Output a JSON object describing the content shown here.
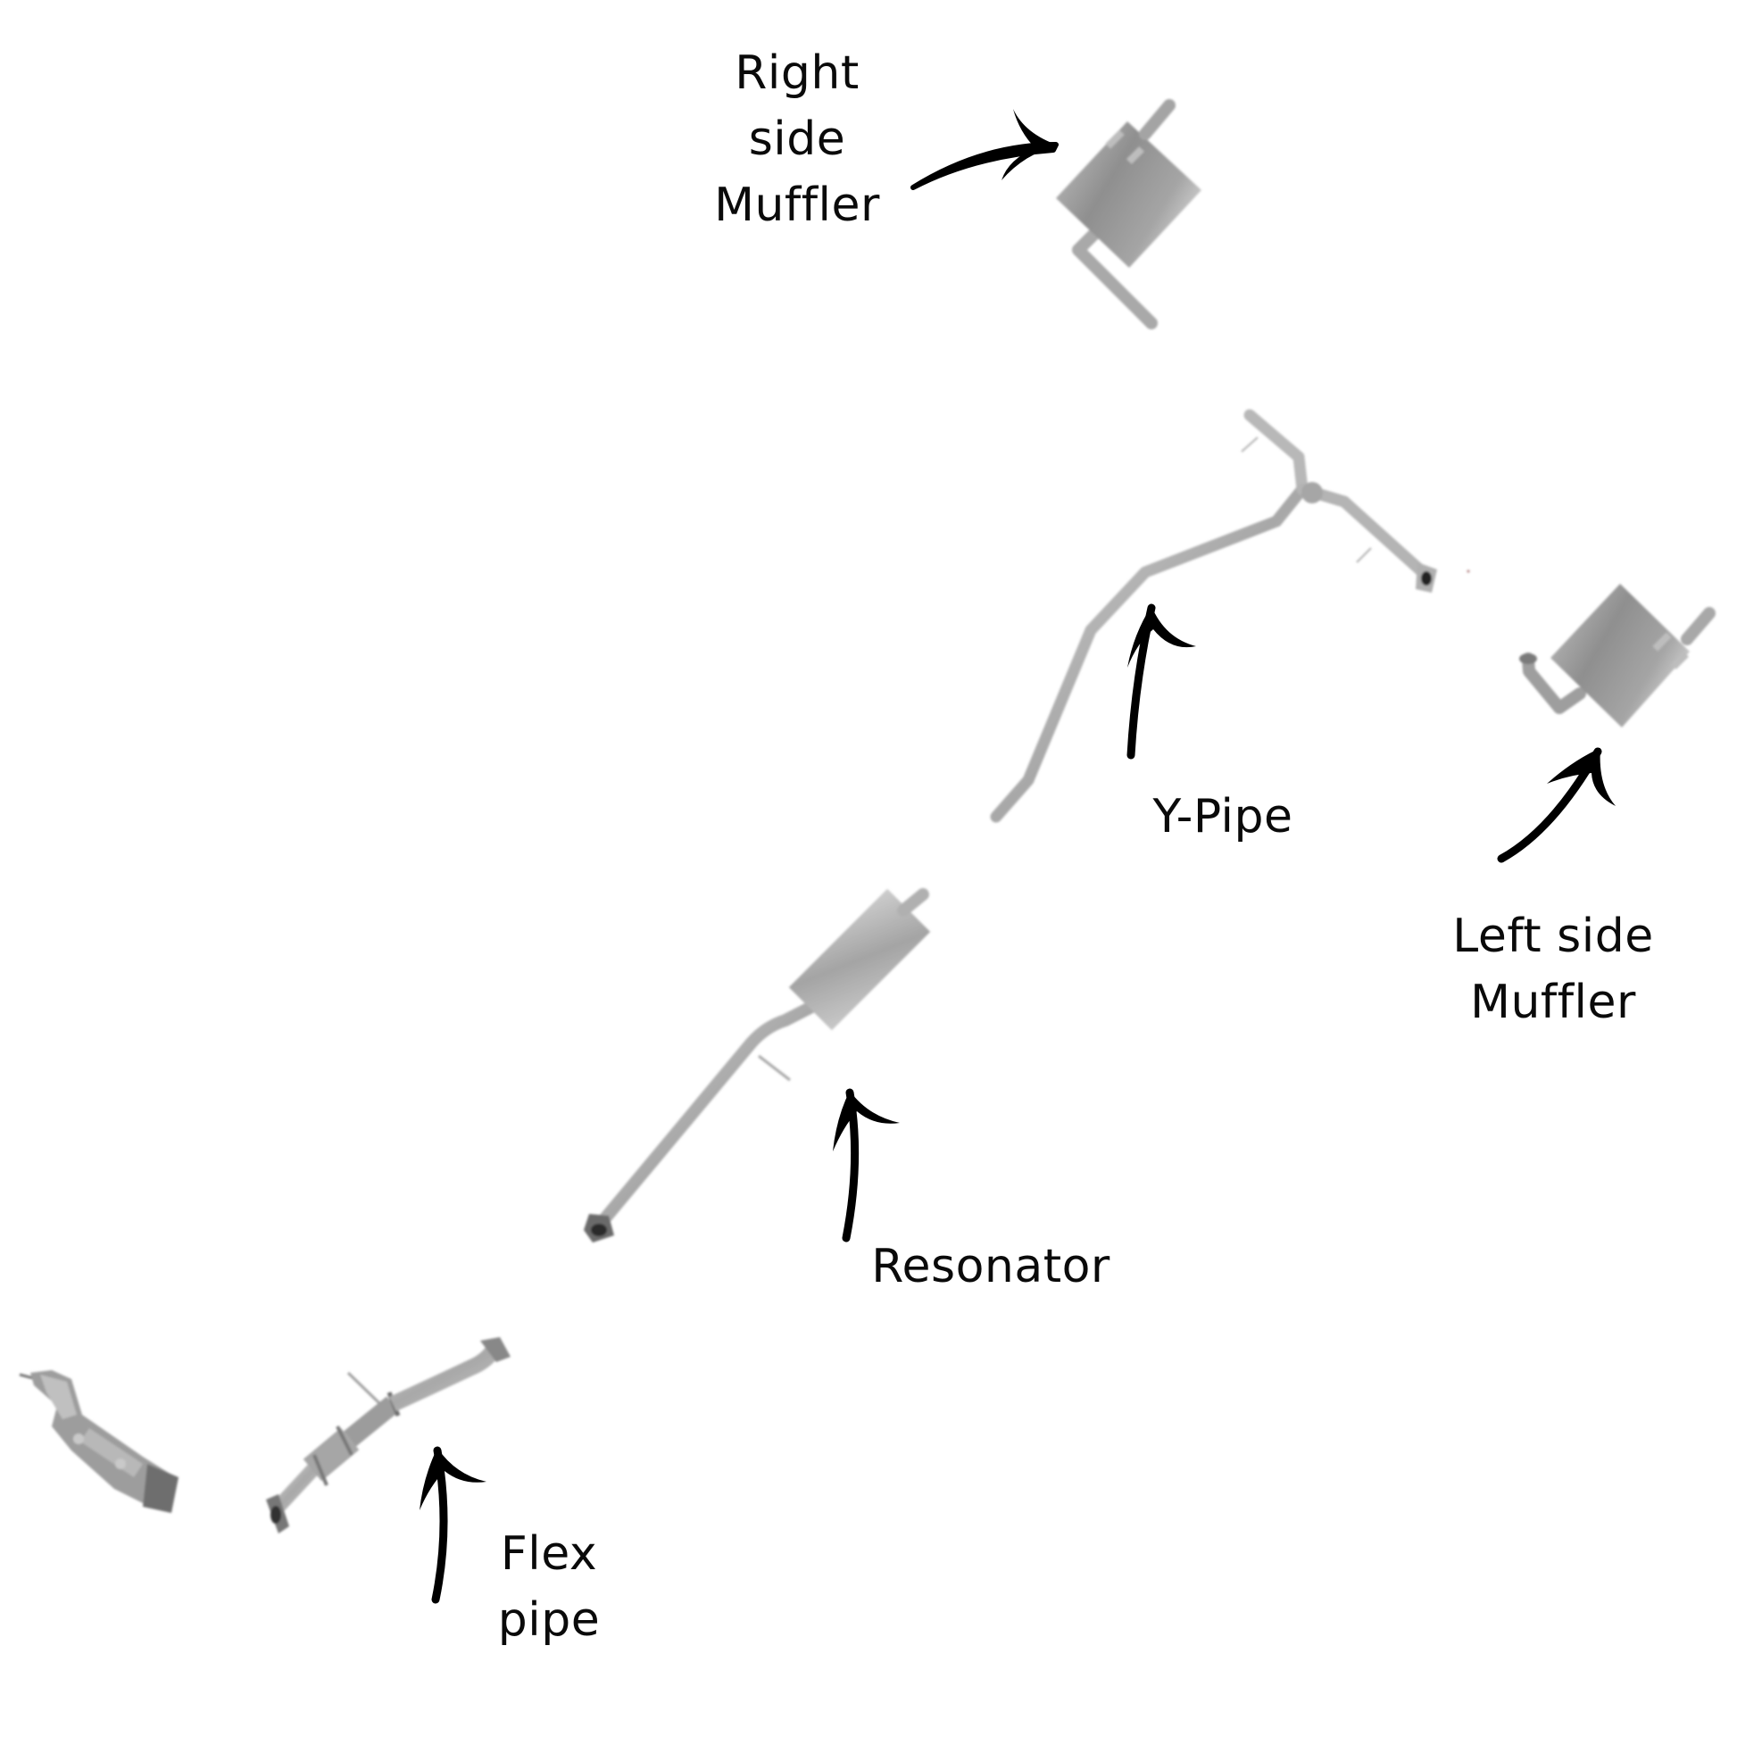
{
  "diagram": {
    "title": "Exhaust system components",
    "labels": {
      "right_muffler": [
        "Right",
        "side",
        "Muffler"
      ],
      "y_pipe": [
        "Y-Pipe"
      ],
      "left_muffler": [
        "Left side",
        "Muffler"
      ],
      "resonator": [
        "Resonator"
      ],
      "flex_pipe": [
        "Flex",
        "pipe"
      ]
    },
    "parts": [
      {
        "id": "catalytic-manifold",
        "name": "Catalytic converter / manifold",
        "labeled": false
      },
      {
        "id": "flex-pipe",
        "name": "Flex pipe",
        "labeled": true
      },
      {
        "id": "resonator",
        "name": "Resonator",
        "labeled": true
      },
      {
        "id": "y-pipe",
        "name": "Y-Pipe",
        "labeled": true
      },
      {
        "id": "right-muffler",
        "name": "Right side Muffler",
        "labeled": true
      },
      {
        "id": "left-muffler",
        "name": "Left side Muffler",
        "labeled": true
      }
    ],
    "colors": {
      "background": "#ffffff",
      "metal_light": "#cfcfcf",
      "metal_mid": "#a9a9a9",
      "metal_dark": "#7e7e7e",
      "arrow": "#000000",
      "text": "#0a0a0a"
    }
  }
}
